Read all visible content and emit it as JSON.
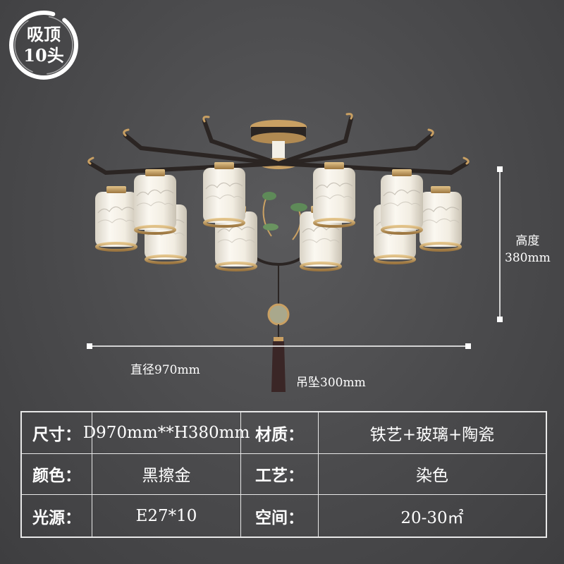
{
  "badge": {
    "line1": "吸顶",
    "line2": "10头"
  },
  "dimensions": {
    "height_label": "高度",
    "height_value": "380mm",
    "diameter": "直径970mm",
    "pendant": "吊坠300mm"
  },
  "specs": [
    {
      "key": "尺寸：",
      "value": "D970mm**H380mm",
      "key2": "材质：",
      "value2": "铁艺+玻璃+陶瓷"
    },
    {
      "key": "颜色：",
      "value": "黑擦金",
      "key2": "工艺：",
      "value2": "染色"
    },
    {
      "key": "光源：",
      "value": "E27*10",
      "key2": "空间：",
      "value2": "20-30㎡"
    }
  ],
  "colors": {
    "background": "#4a4a4c",
    "gold": "#c9a063",
    "shade": "#f3efe6",
    "line": "#e8e8e8"
  }
}
